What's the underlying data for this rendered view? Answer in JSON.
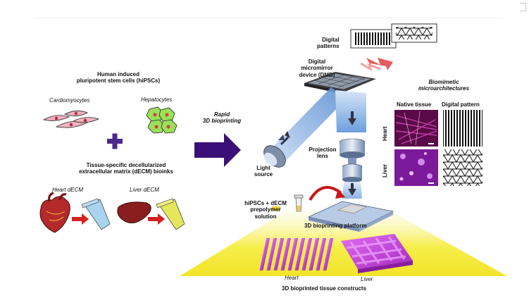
{
  "hipsc_title": "Human induced\npluripotent stem cells (hiPSCs)",
  "cardiomyocytes": "Cardiomyocytes",
  "hepatocytes": "Hepatocytes",
  "plus": "+",
  "decm_title": "Tissue-specific decellularized\nextracellular matrix (dECM) bioinks",
  "heart_decm": "Heart dECM",
  "liver_decm": "Liver dECM",
  "rapid_3d": "Rapid\n3D bioprinting",
  "digital_patterns": "Digital\npatterns",
  "dmd": "Digital\nmicromirror\ndevice (DMD)",
  "biomimetic": "Biomimetic\nmicroarchitectures",
  "native_tissue": "Native tissue",
  "digital_pattern": "Digital pattern",
  "row_heart": "Heart",
  "row_liver": "Liver",
  "light_source": "Light\nsource",
  "projection_lens": "Projection\nlens",
  "prepolymer": "hiPSCs + dECM\nprepolymer\nsolution",
  "platform": "3D bioprinting platform",
  "construct_heart": "Heart",
  "construct_liver": "Liver",
  "constructs_title": "3D bioprinted tissue constructs",
  "colors": {
    "arrow_purple": "#3a1078",
    "plus_purple": "#4a2a8c",
    "light_blue": "#7aa8e0",
    "cardio_pink": "#f2b3c0",
    "hepato_green": "#9ae05a",
    "construct_magenta": "#c040d8",
    "beam_yellow": "#f8f060",
    "red_arrow": "#d42020"
  }
}
